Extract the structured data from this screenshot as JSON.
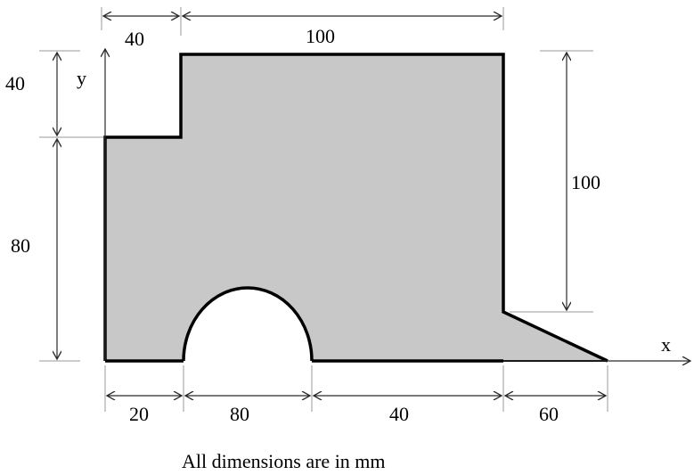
{
  "colors": {
    "shape_fill": "#c8c8c8",
    "shape_outline": "#000000",
    "background": "#ffffff"
  },
  "axes": {
    "x_label": "x",
    "y_label": "y"
  },
  "dimensions": {
    "top_left_width": "40",
    "top_width": "100",
    "left_top_height": "40",
    "left_height": "80",
    "right_height": "100",
    "bottom_1": "20",
    "bottom_2": "80",
    "bottom_3": "40",
    "bottom_4": "60"
  },
  "caption": "All dimensions are in mm"
}
